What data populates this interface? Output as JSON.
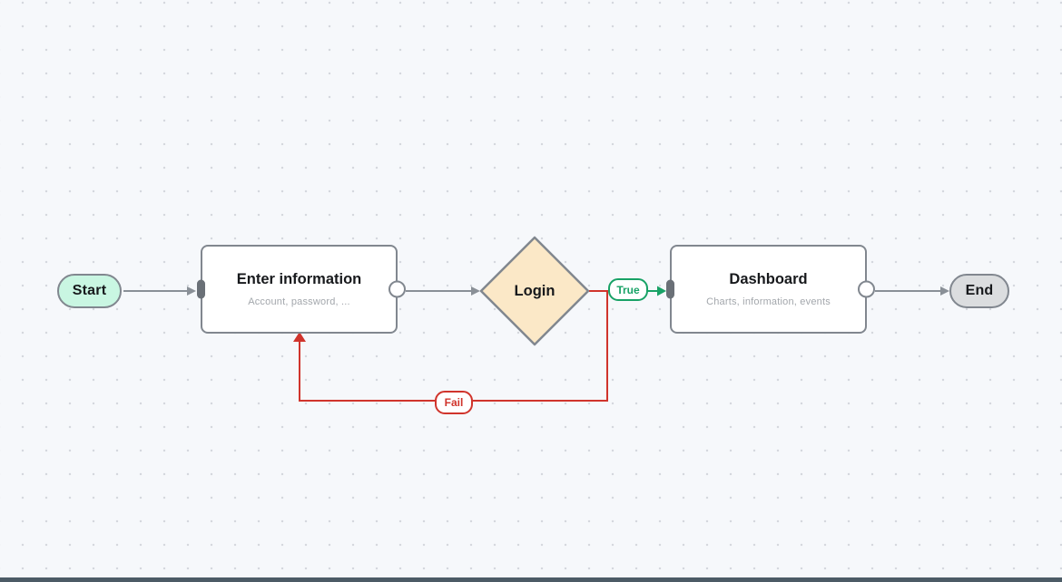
{
  "canvas": {
    "background_color": "#F6F8FB",
    "dot_grid_color": "#D5D8DE",
    "bottom_bar_color": "#4C5B66"
  },
  "nodes": {
    "start": {
      "label": "Start",
      "type": "terminal",
      "fill": "#C9F6E2"
    },
    "enter_info": {
      "title": "Enter information",
      "subtitle": "Account, password, ...",
      "type": "process",
      "fill": "#FFFFFF"
    },
    "login": {
      "label": "Login",
      "type": "decision",
      "fill": "#FBE8C7"
    },
    "dashboard": {
      "title": "Dashboard",
      "subtitle": "Charts, information, events",
      "type": "process",
      "fill": "#FFFFFF"
    },
    "end": {
      "label": "End",
      "type": "terminal",
      "fill": "#DBDDDF"
    }
  },
  "edges": {
    "connector_color": "#8A9097",
    "true_branch": {
      "label": "True",
      "color": "#18A266",
      "from": "login",
      "to": "dashboard"
    },
    "fail_branch": {
      "label": "Fail",
      "color": "#D0342C",
      "from": "login",
      "to": "enter_info"
    },
    "plain": [
      {
        "from": "start",
        "to": "enter_info"
      },
      {
        "from": "enter_info",
        "to": "login"
      },
      {
        "from": "dashboard",
        "to": "end"
      }
    ]
  }
}
